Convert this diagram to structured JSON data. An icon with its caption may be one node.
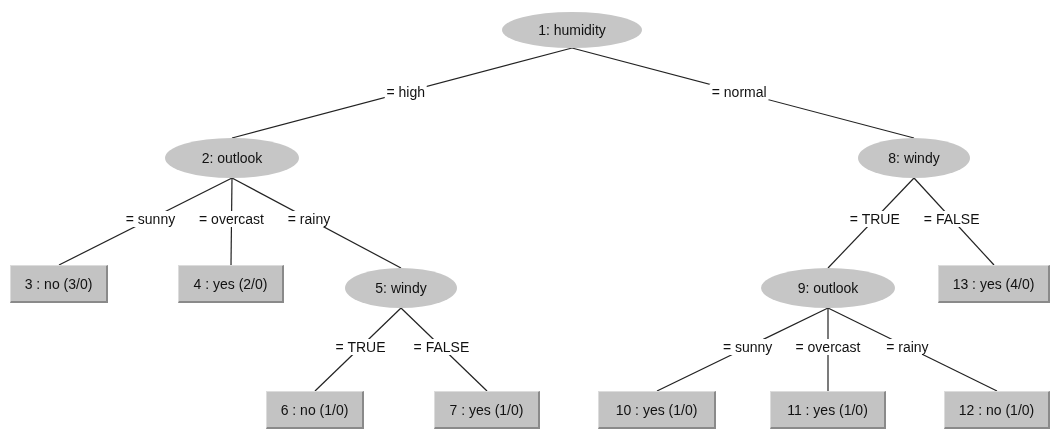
{
  "diagram": {
    "nodes": [
      {
        "text": [
          "1: humidity"
        ]
      },
      {
        "text": [
          "2: outlook"
        ]
      },
      {
        "text": [
          "3 : no (3/0)"
        ]
      },
      {
        "text": [
          "4 : yes (2/0)"
        ]
      },
      {
        "text": [
          "5: windy"
        ]
      },
      {
        "text": [
          "6 : no (1/0)"
        ]
      },
      {
        "text": [
          "7 : yes (1/0)"
        ]
      },
      {
        "text": [
          "8: windy"
        ]
      },
      {
        "text": [
          "9: outlook"
        ]
      },
      {
        "text": [
          "10 : yes (1/0)"
        ]
      },
      {
        "text": [
          "11 : yes (1/0)"
        ]
      },
      {
        "text": [
          "12 : no (1/0)"
        ]
      },
      {
        "text": [
          "13 : yes (4/0)"
        ]
      }
    ],
    "edges": [
      {
        "from": 0,
        "to": 1,
        "label": "= high",
        "arrow": "none"
      },
      {
        "from": 0,
        "to": 7,
        "label": "= normal",
        "arrow": "none"
      },
      {
        "from": 1,
        "to": 2,
        "label": "= sunny",
        "arrow": "none"
      },
      {
        "from": 1,
        "to": 3,
        "label": "= overcast",
        "arrow": "none"
      },
      {
        "from": 1,
        "to": 4,
        "label": "= rainy",
        "arrow": "none"
      },
      {
        "from": 4,
        "to": 5,
        "label": "= TRUE",
        "arrow": "none"
      },
      {
        "from": 4,
        "to": 6,
        "label": "= FALSE",
        "arrow": "none"
      },
      {
        "from": 7,
        "to": 8,
        "label": "= TRUE",
        "arrow": "none"
      },
      {
        "from": 7,
        "to": 12,
        "label": "= FALSE",
        "arrow": "none"
      },
      {
        "from": 8,
        "to": 9,
        "label": "= sunny",
        "arrow": "none"
      },
      {
        "from": 8,
        "to": 10,
        "label": "= overcast",
        "arrow": "none"
      },
      {
        "from": 8,
        "to": 11,
        "label": "= rainy",
        "arrow": "none"
      }
    ]
  }
}
